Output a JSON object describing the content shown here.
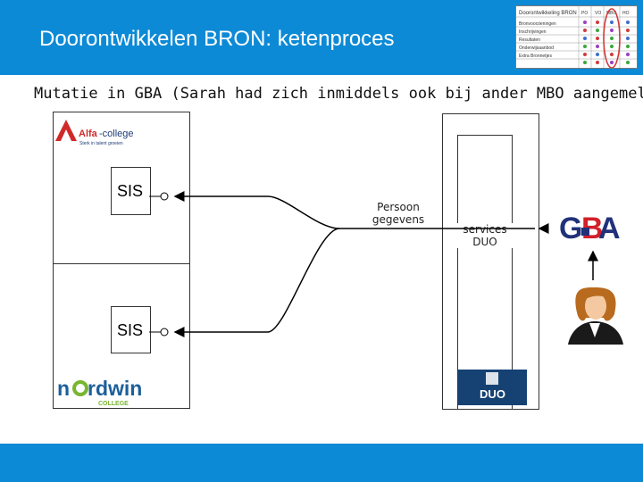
{
  "slide": {
    "title": "Doorontwikkelen BRON: ketenproces",
    "subtitle": "Mutatie in GBA (Sarah had zich inmiddels ook bij ander MBO aangemeld)"
  },
  "thumbnail": {
    "header": "Doorontwikkeling BRON",
    "columns": [
      "PO",
      "VO",
      "MBO",
      "HO"
    ],
    "rows": [
      "Bronvoorzieningen",
      "Inschrijvingen",
      "Resultaten",
      "Onderwijsaanbod",
      "Extra Bronnetjes"
    ],
    "highlight_color": "#d23a3a"
  },
  "diagram": {
    "school1": {
      "logo_brand": "Alfa",
      "logo_name": "-college",
      "logo_tagline": "Sterk in talent groeien",
      "sis_label": "SIS"
    },
    "school2": {
      "logo_name_a": "n",
      "logo_name_b": "rdwin",
      "logo_sub": "COLLEGE",
      "sis_label": "SIS"
    },
    "connector_label": "Persoon\ngegevens",
    "services_label": "services\nDUO",
    "duo_logo_text": "DUO",
    "gba_logo": {
      "g": "G",
      "b": "B",
      "a": "A"
    },
    "colors": {
      "alfa_red": "#cf2a2a",
      "nordwin_blue": "#1d5f9b",
      "nordwin_green": "#79b531",
      "duo_blue": "#154273",
      "gba_red": "#d21f2a",
      "gba_blue": "#21317a"
    }
  }
}
